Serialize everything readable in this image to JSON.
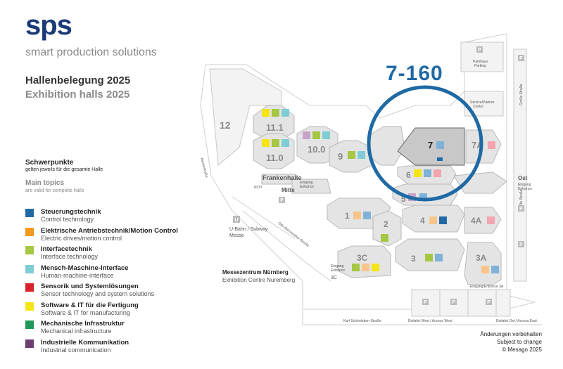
{
  "header": {
    "logo": "sps",
    "tagline": "smart production solutions",
    "title_de": "Hallenbelegung 2025",
    "title_en": "Exhibition halls 2025"
  },
  "topics": {
    "heading_de": "Schwerpunkte",
    "sub_de": "gelten jeweils für die gesamte Halle",
    "heading_en": "Main topics",
    "sub_en": "are valid for complete halls"
  },
  "legend": [
    {
      "de": "Steuerungstechnik",
      "en": "Control technology",
      "color": "#1f6aa5"
    },
    {
      "de": "Elektrische Antriebstechnik/Motion Control",
      "en": "Electric drives/motion control",
      "color": "#f39a1e"
    },
    {
      "de": "Interfacetechnik",
      "en": "Interface technology",
      "color": "#a6c743"
    },
    {
      "de": "Mensch-Maschine-Interface",
      "en": "Human-machine-interface",
      "color": "#7ecdd4"
    },
    {
      "de": "Sensorik und Systemlösungen",
      "en": "Sensor technology and system solutions",
      "color": "#d9232a"
    },
    {
      "de": "Software & IT für die Fertigung",
      "en": "Software & IT for manufacturing",
      "color": "#f5e416"
    },
    {
      "de": "Mechanische Infrastruktur",
      "en": "Mechanical infrastructure",
      "color": "#1f9a5a"
    },
    {
      "de": "Industrielle Kommunikation",
      "en": "Industrial communication",
      "color": "#6e3f6e"
    }
  ],
  "highlight": {
    "booth": "7-160",
    "color": "#1f6aa5"
  },
  "halls": {
    "h12": "12",
    "h11_1": "11.1",
    "h11_0": "11.0",
    "h10_0": "10.0",
    "h9": "9",
    "h7": "7",
    "h7A": "7A",
    "h6": "6",
    "h5": "5",
    "h4": "4",
    "h4A": "4A",
    "h1": "1",
    "h2": "2",
    "h3": "3",
    "h3A": "3A",
    "h3C": "3C"
  },
  "labels": {
    "frankenhalle": "Frankenhalle",
    "nch": "NCH",
    "mitte": "Mitte",
    "eingang_mitte_1": "Eingang",
    "eingang_mitte_2": "Entrance",
    "ost": "Ost",
    "eingang_ost_1": "Eingang",
    "eingang_ost_2": "Entrance",
    "ubahn_1": "U-Bahn / Subway",
    "ubahn_2": "Messe",
    "messezentrum_de": "Messezentrum Nürnberg",
    "messezentrum_en": "Exhibition Centre Nuremberg",
    "eingang_3c_1": "Eingang",
    "eingang_3c_2": "Entrance",
    "eingang_3c_3": "3C",
    "eingang_3a": "Eingang/Entrance 3A",
    "parkhaus_1": "Parkhaus",
    "parkhaus_2": "Parking",
    "service_1": "Service/Partner",
    "service_2": "Center",
    "einfahrt_west": "Einfahrt West / Access West",
    "einfahrt_ost": "Einfahrt Ost / Access East",
    "street_karl": "Karl-Schönleben-Straße",
    "street_gro": "Große Straße",
    "street_messe": "Messestraße",
    "street_otto": "Otto-Bärnreuther-Straße",
    "p": "P",
    "u": "U"
  },
  "footer": {
    "line1": "Änderungen vorbehalten",
    "line2": "Subject to change",
    "line3": "© Mesago 2025"
  }
}
